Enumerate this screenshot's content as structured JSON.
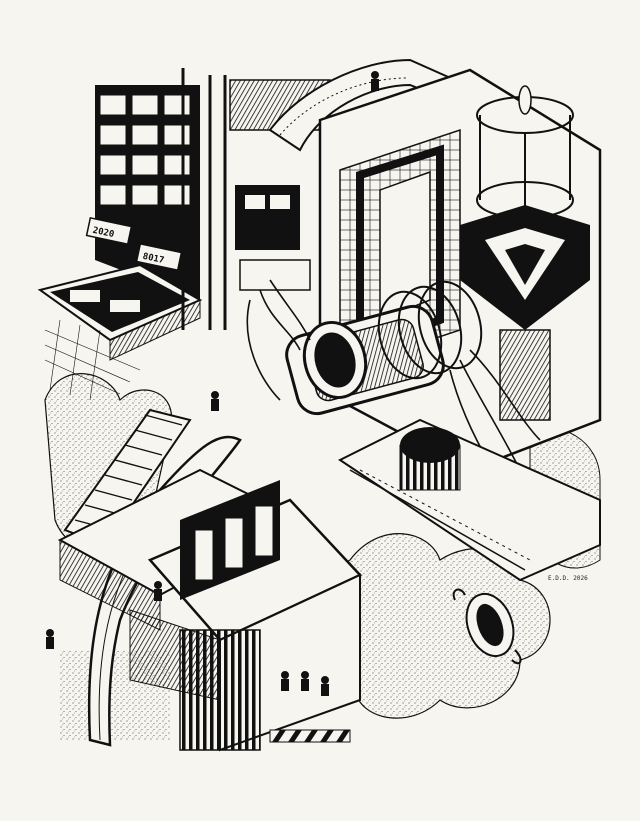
{
  "artwork": {
    "description_text": "",
    "labels": {
      "sign_a": "2020",
      "sign_b": "8017",
      "signature": "E.D.D. 2026"
    },
    "colors": {
      "paper": "#f7f5f0",
      "ink": "#111111",
      "stipple": "#2a2a2a"
    }
  }
}
